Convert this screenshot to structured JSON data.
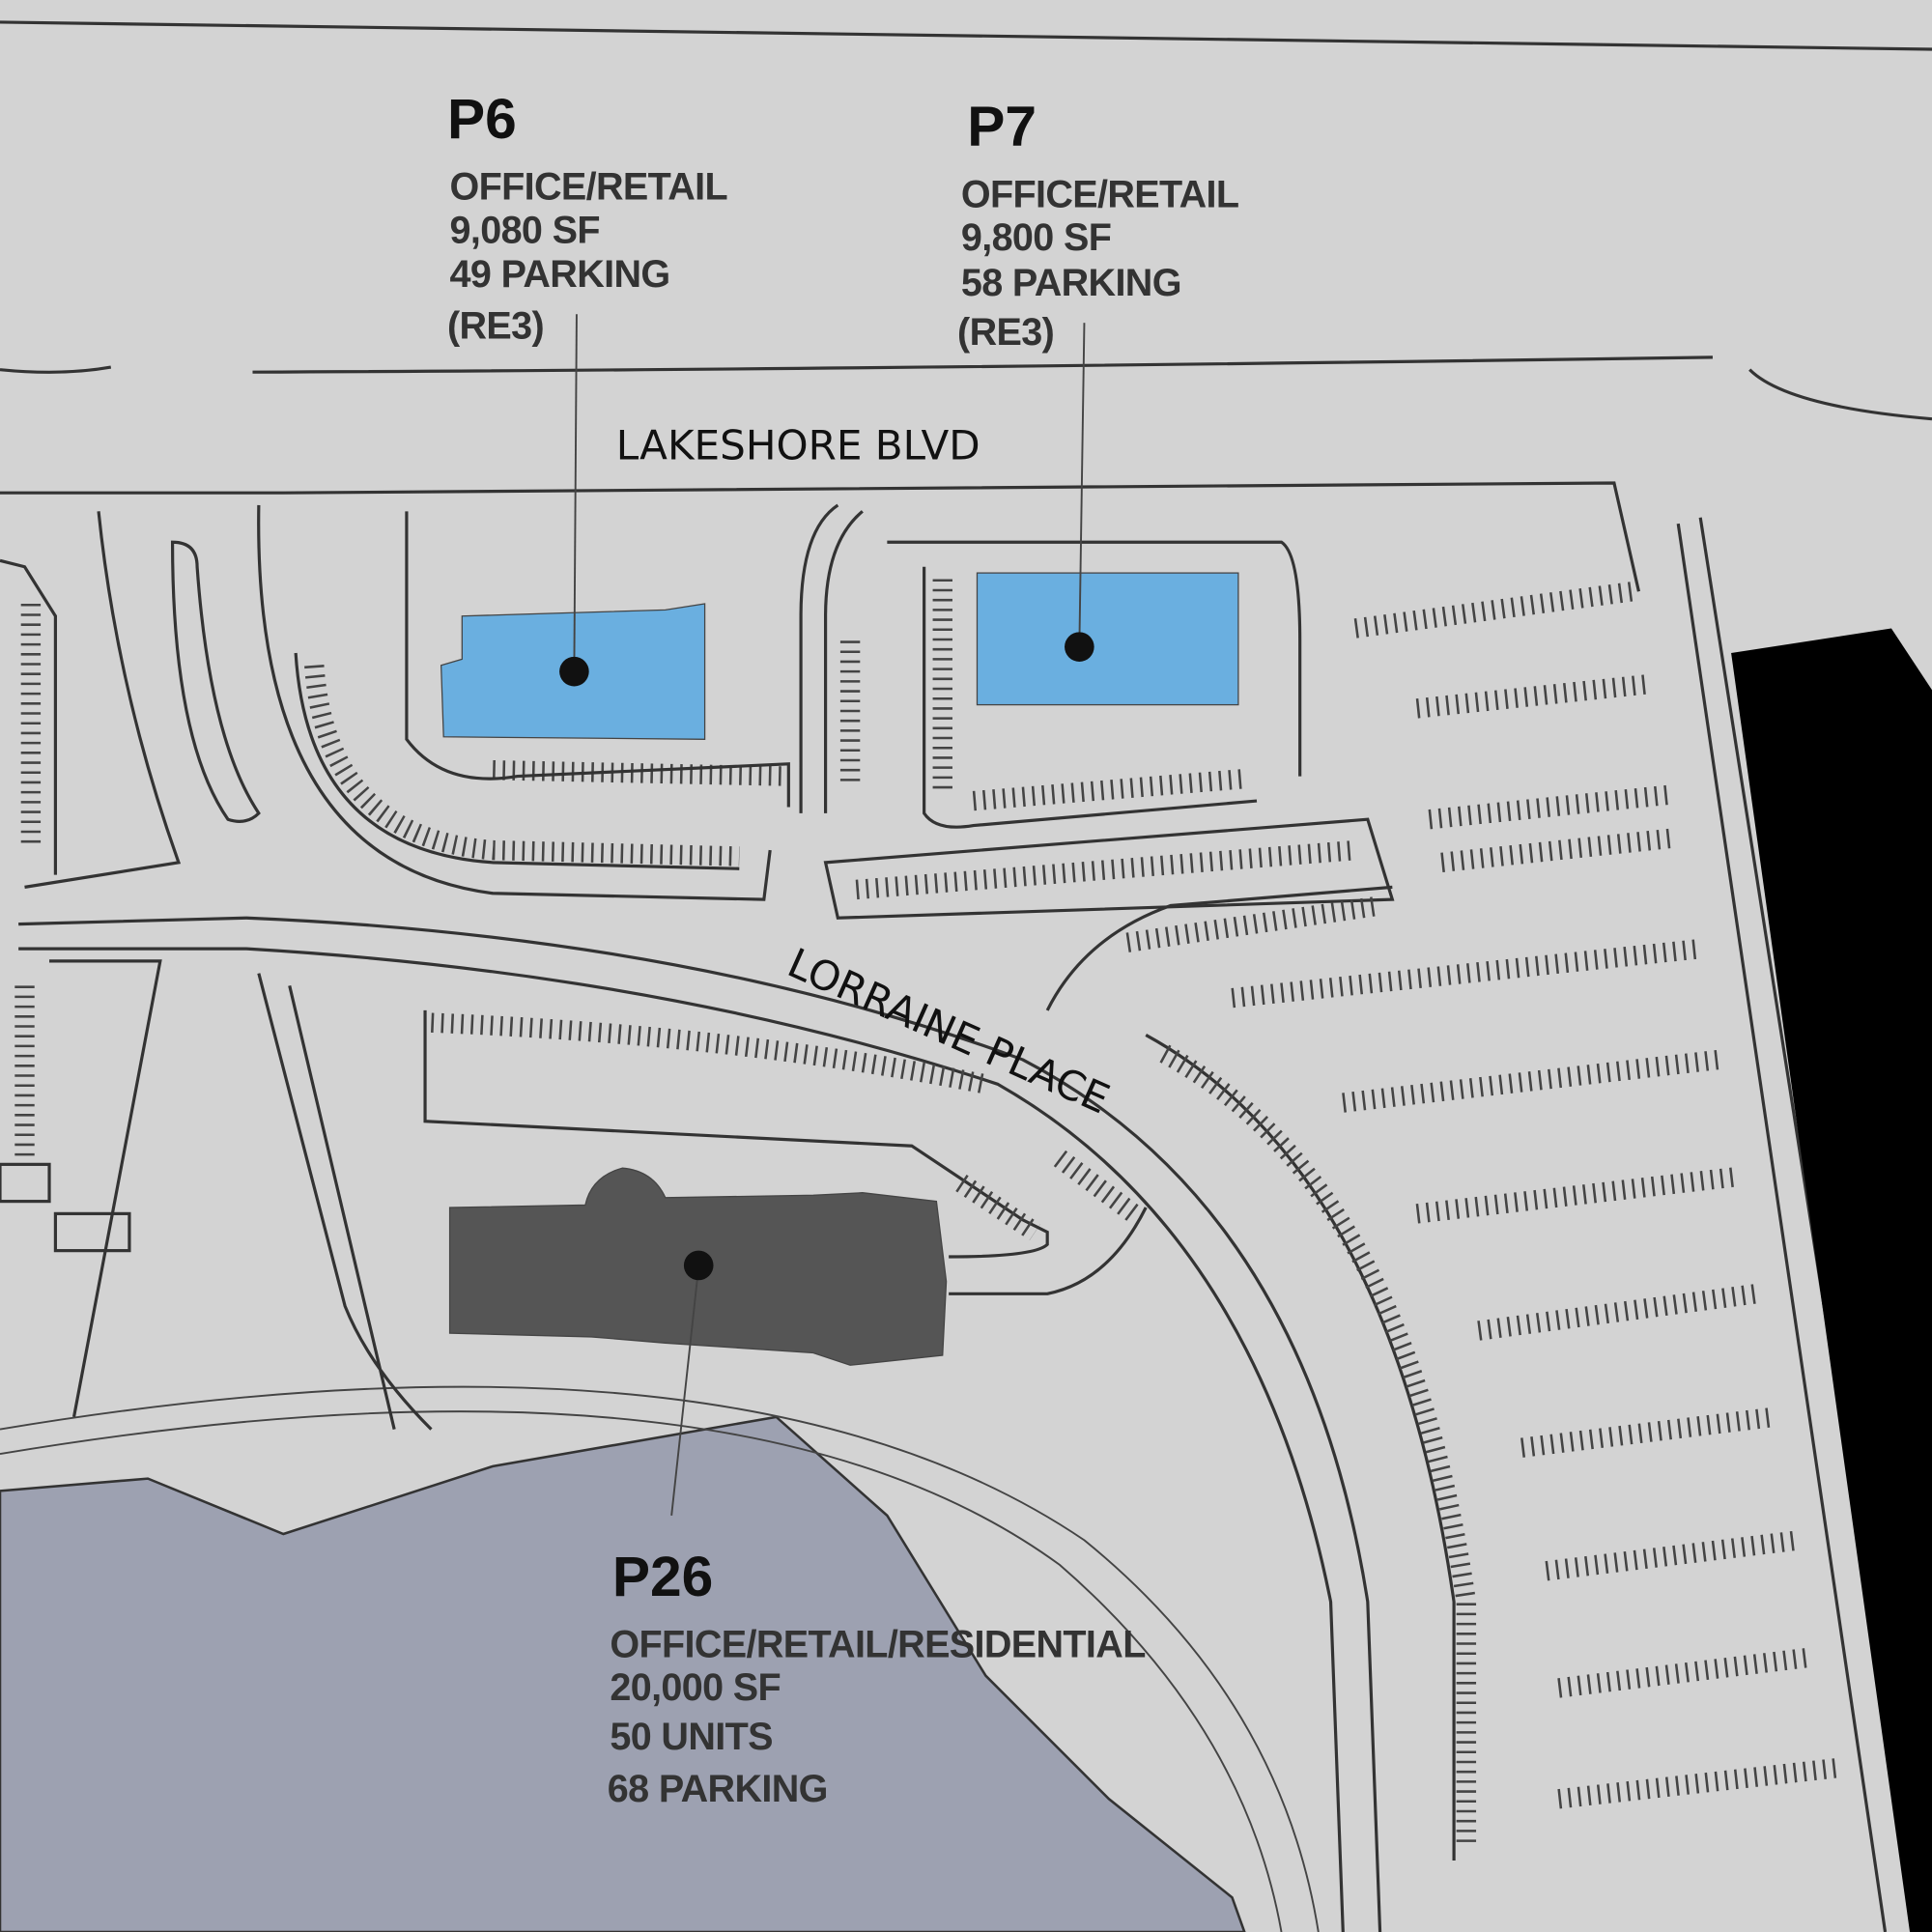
{
  "parcels": [
    {
      "id": "P6",
      "use": "OFFICE/RETAIL",
      "area": "9,080 SF",
      "parking": "49 PARKING",
      "zone": "(RE3)"
    },
    {
      "id": "P7",
      "use": "OFFICE/RETAIL",
      "area": "9,800 SF",
      "parking": "58 PARKING",
      "zone": "(RE3)"
    },
    {
      "id": "P26",
      "use": "OFFICE/RETAIL/RESIDENTIAL",
      "area": "20,000 SF",
      "units": "50 UNITS",
      "parking": "68 PARKING"
    }
  ],
  "streets": {
    "lakeshore": "LAKESHORE BLVD",
    "lorraine": "LORRAINE PLACE"
  },
  "colors": {
    "background": "#d3d3d3",
    "highlight": "#6aafe0",
    "residential": "#555555",
    "lake": "#9da1b1",
    "existing": "#000000"
  }
}
